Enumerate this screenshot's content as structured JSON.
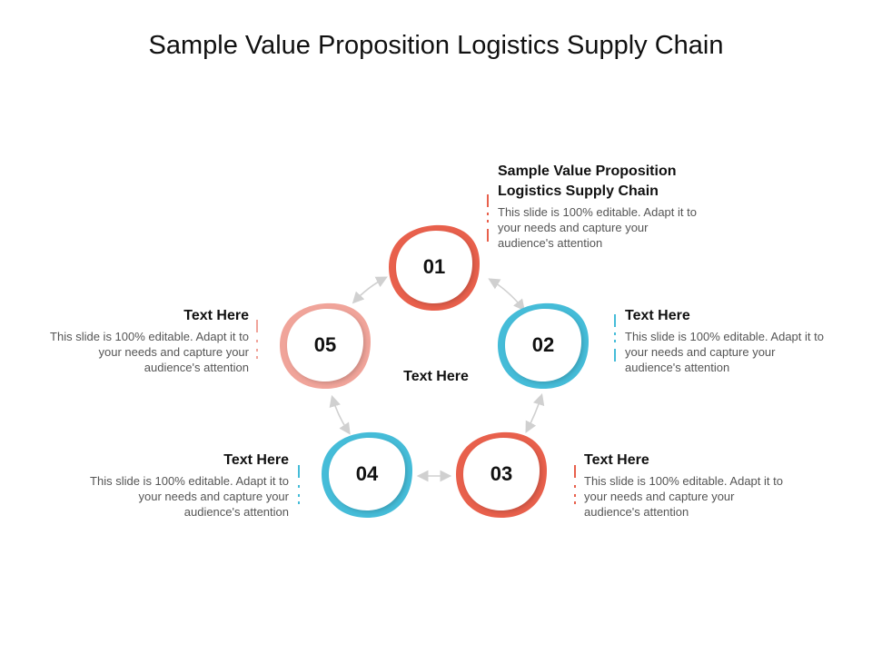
{
  "slide": {
    "title": "Sample Value Proposition Logistics Supply Chain",
    "center_label": "Text Here"
  },
  "colors": {
    "coral": "#E8604C",
    "pink": "#F0A49A",
    "cyan": "#45BCD8",
    "arrow": "#D0D0D0",
    "text_body": "#555555"
  },
  "nodes": [
    {
      "number": "01",
      "color": "#E8604C"
    },
    {
      "number": "02",
      "color": "#45BCD8"
    },
    {
      "number": "03",
      "color": "#E8604C"
    },
    {
      "number": "04",
      "color": "#45BCD8"
    },
    {
      "number": "05",
      "color": "#F0A49A"
    }
  ],
  "blocks": [
    {
      "id": "01",
      "heading": "Sample Value Proposition Logistics Supply Chain",
      "body": "This slide is 100% editable. Adapt it to your needs and capture your audience's attention"
    },
    {
      "id": "02",
      "heading": "Text Here",
      "body": "This slide is 100% editable. Adapt it to your needs and capture your audience's attention"
    },
    {
      "id": "03",
      "heading": "Text Here",
      "body": "This slide is 100% editable. Adapt it to your needs and capture your audience's attention"
    },
    {
      "id": "04",
      "heading": "Text Here",
      "body": "This slide is 100% editable. Adapt it to your needs and capture your audience's attention"
    },
    {
      "id": "05",
      "heading": "Text Here",
      "body": "This slide is 100% editable. Adapt it to your needs and capture your audience's attention"
    }
  ]
}
